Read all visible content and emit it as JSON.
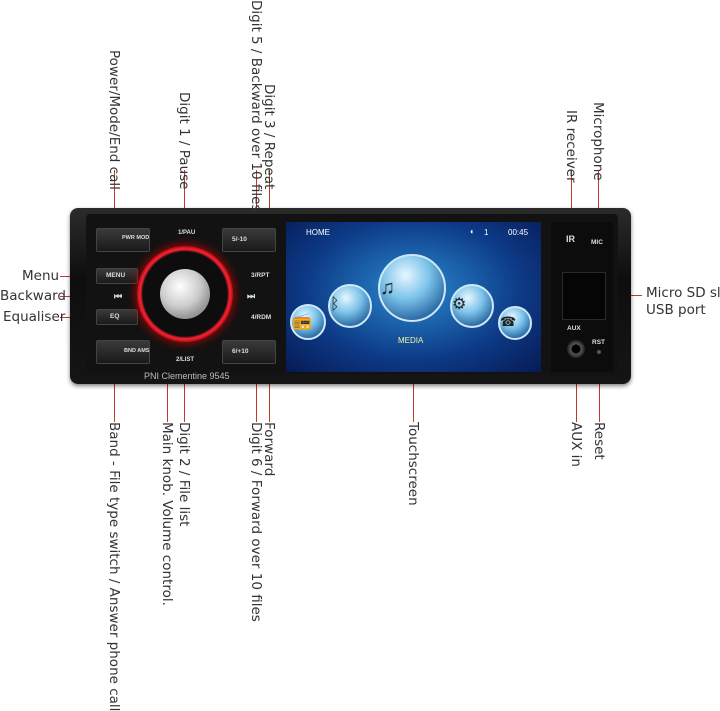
{
  "labels": {
    "top": {
      "power": "Power/Mode/End call",
      "digit1": "Digit 1 / Pause",
      "digit5": "Digit 5 / Backward over 10 files",
      "digit3": "Digit 3 / Repeat",
      "ir": "IR receiver",
      "mic": "Microphone"
    },
    "left": {
      "menu": "Menu",
      "backward": "Backward",
      "equaliser": "Equaliser"
    },
    "right": {
      "sd": "Micro SD slot",
      "usb": "USB port"
    },
    "bottom": {
      "band": "Band - File type switch / Answer phone call",
      "knob": "Main knob. Volume control.",
      "digit2": "Digit 2 / File list",
      "digit6": "Digit 6 / Forward over 10 files",
      "forward": "Forward",
      "touch": "Touchscreen",
      "aux": "AUX in",
      "reset": "Reset"
    }
  },
  "device": {
    "model": "PNI Clementine 9545",
    "buttons": {
      "pwr": "PWR MOD",
      "pau": "1/PAU",
      "b5": "5/-10",
      "rpt": "3/RPT",
      "menu": "MENU",
      "prev": "⏮",
      "next": "⏭",
      "rdm": "4/RDM",
      "eq": "EQ",
      "bnd": "BND AMS",
      "list": "2/LIST",
      "b6": "6/+10"
    },
    "ports": {
      "mic": "MIC",
      "aux": "AUX",
      "rst": "RST"
    },
    "screen": {
      "home": "HOME",
      "brightness": "1",
      "time": "00:45",
      "media": "MEDIA"
    }
  },
  "colors": {
    "leader": "#c0392b",
    "knob_ring": "#ff2233",
    "screen": "#0d3a86"
  }
}
